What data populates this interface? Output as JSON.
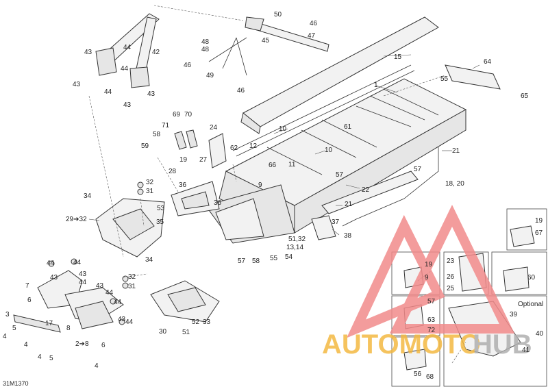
{
  "figure_code": "31M1370",
  "option_label": "Optional",
  "watermark": {
    "brand": "AUTOMOTOHUB",
    "part_a": "AUTOMOTO",
    "part_b": "HUB",
    "color_a": "#f4b942",
    "color_b": "#b0b0b0",
    "triangle_color": "#f28b8b"
  },
  "callouts": {
    "c1": "1",
    "c2_8": "2➔8",
    "c3": "3",
    "c4a": "4",
    "c4b": "4",
    "c4c": "4",
    "c4d": "4",
    "c5a": "5",
    "c5b": "5",
    "c6a": "6",
    "c6b": "6",
    "c7": "7",
    "c8": "8",
    "c9a": "9",
    "c9b": "9",
    "c10a": "10",
    "c10b": "10",
    "c11": "11",
    "c12": "12",
    "c13_14": "13,14",
    "c15": "15",
    "c17": "17",
    "c18_20": "18, 20",
    "c19a": "19",
    "c19b": "19",
    "c19c": "19",
    "c21a": "21",
    "c21b": "21",
    "c22": "22",
    "c23": "23",
    "c24": "24",
    "c25": "25",
    "c26": "26",
    "c27": "27",
    "c28": "28",
    "c29_32": "29➔32",
    "c30": "30",
    "c31a": "31",
    "c31b": "31",
    "c32a": "32",
    "c32b": "32",
    "c33": "33",
    "c34a": "34",
    "c34b": "34",
    "c35": "35",
    "c36a": "36",
    "c36b": "36",
    "c37": "37",
    "c38": "38",
    "c39": "39",
    "c40": "40",
    "c41": "41",
    "c42": "42",
    "c43a": "43",
    "c43b": "43",
    "c43c": "43",
    "c43d": "43",
    "c43e": "43",
    "c43f": "43",
    "c43g": "43",
    "c43h": "43",
    "c44a": "44",
    "c44b": "44",
    "c44c": "44",
    "c44d": "44",
    "c44e": "44",
    "c44f": "44",
    "c44g": "44",
    "c44h": "44",
    "c44i": "44",
    "c45": "45",
    "c46a": "46",
    "c46b": "46",
    "c46c": "46",
    "c47": "47",
    "c48a": "48",
    "c48b": "48",
    "c49": "49",
    "c50": "50",
    "c51": "51",
    "c51_32": "51,32",
    "c52": "52",
    "c53": "53",
    "c54": "54",
    "c55a": "55",
    "c55b": "55",
    "c56": "56",
    "c57a": "57",
    "c57b": "57",
    "c57c": "57",
    "c57d": "57",
    "c58a": "58",
    "c58b": "58",
    "c59": "59",
    "c60": "60",
    "c61": "61",
    "c62": "62",
    "c63": "63",
    "c64": "64",
    "c65": "65",
    "c66": "66",
    "c67": "67",
    "c68": "68",
    "c69": "69",
    "c70": "70",
    "c71": "71",
    "c72": "72"
  }
}
